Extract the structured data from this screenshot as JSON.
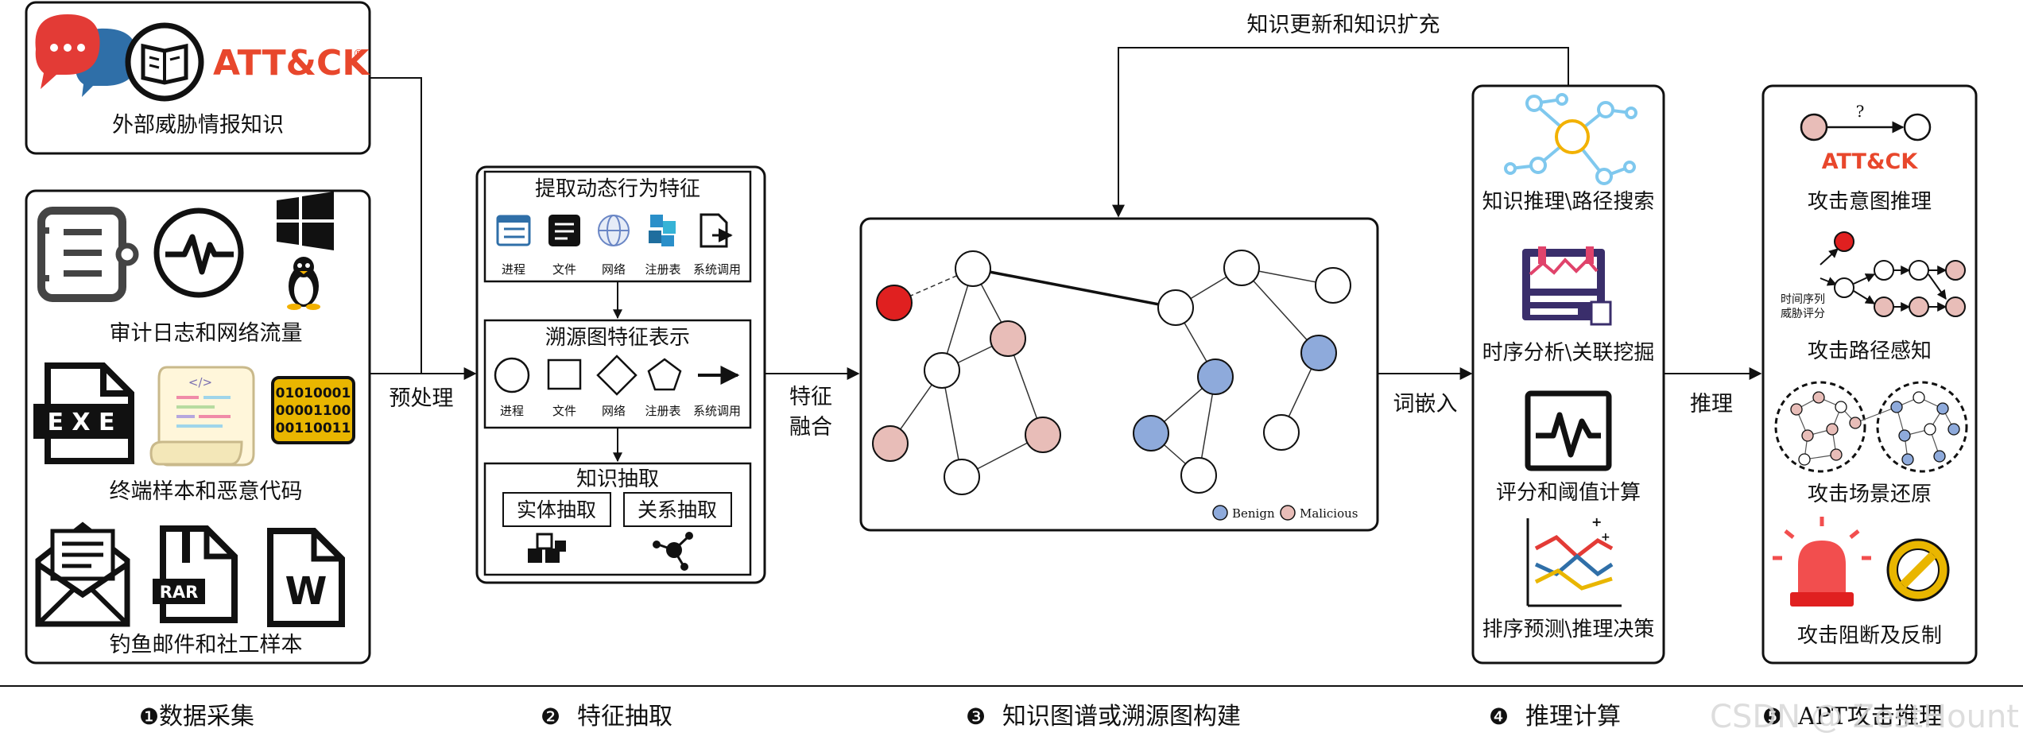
{
  "external": {
    "caption": "外部威胁情报知识",
    "attack_logo": "ATT&CK",
    "attack_mark": "®"
  },
  "sources": {
    "group1": "审计日志和网络流量",
    "group2": "终端样本和恶意代码",
    "group3": "钓鱼邮件和社工样本",
    "exe_label": "E X E",
    "rar_label": "RAR",
    "word_label": "W",
    "binary_lines": [
      "01010001",
      "00001100",
      "00110011"
    ]
  },
  "arrows": {
    "preprocess": "预处理",
    "fusion_line1": "特征",
    "fusion_line2": "融合",
    "embedding": "词嵌入",
    "reasoning": "推理",
    "feedback": "知识更新和知识扩充"
  },
  "feature": {
    "section1_title": "提取动态行为特征",
    "section1_items": [
      "进程",
      "文件",
      "网络",
      "注册表",
      "系统调用"
    ],
    "section2_title": "溯源图特征表示",
    "section2_items": [
      "进程",
      "文件",
      "网络",
      "注册表",
      "系统调用"
    ],
    "section3_title": "知识抽取",
    "entity_button": "实体抽取",
    "relation_button": "关系抽取"
  },
  "graph": {
    "legend_benign": "Benign",
    "legend_malicious": "Malicious"
  },
  "compute": {
    "items": [
      "知识推理\\路径搜索",
      "时序分析\\关联挖掘",
      "评分和阈值计算",
      "排序预测\\推理决策"
    ]
  },
  "apt": {
    "question_mark": "?",
    "attack_logo": "ATT&CK",
    "item1": "攻击意图推理",
    "seq_line1": "时间序列",
    "seq_line2": "威胁评分",
    "item2": "攻击路径感知",
    "item3": "攻击场景还原",
    "item4": "攻击阻断及反制"
  },
  "stages": [
    {
      "num": "❶",
      "label": "数据采集"
    },
    {
      "num": "❷",
      "label": "特征抽取"
    },
    {
      "num": "❸",
      "label": "知识图谱或溯源图构建"
    },
    {
      "num": "❹",
      "label": "推理计算"
    },
    {
      "num": "❺",
      "label": "APT攻击推理"
    }
  ],
  "watermark": "CSDN @ ZestHount",
  "colors": {
    "benign": "#8EAADB",
    "malicious": "#E8BDB8",
    "alert": "#E02020",
    "attack_orange": "#E8472C",
    "bubble_red": "#E33B36",
    "bubble_blue": "#2F6FA8",
    "gold": "#E9B600",
    "cyan": "#7FC8EE",
    "purple": "#3A2E6B"
  }
}
